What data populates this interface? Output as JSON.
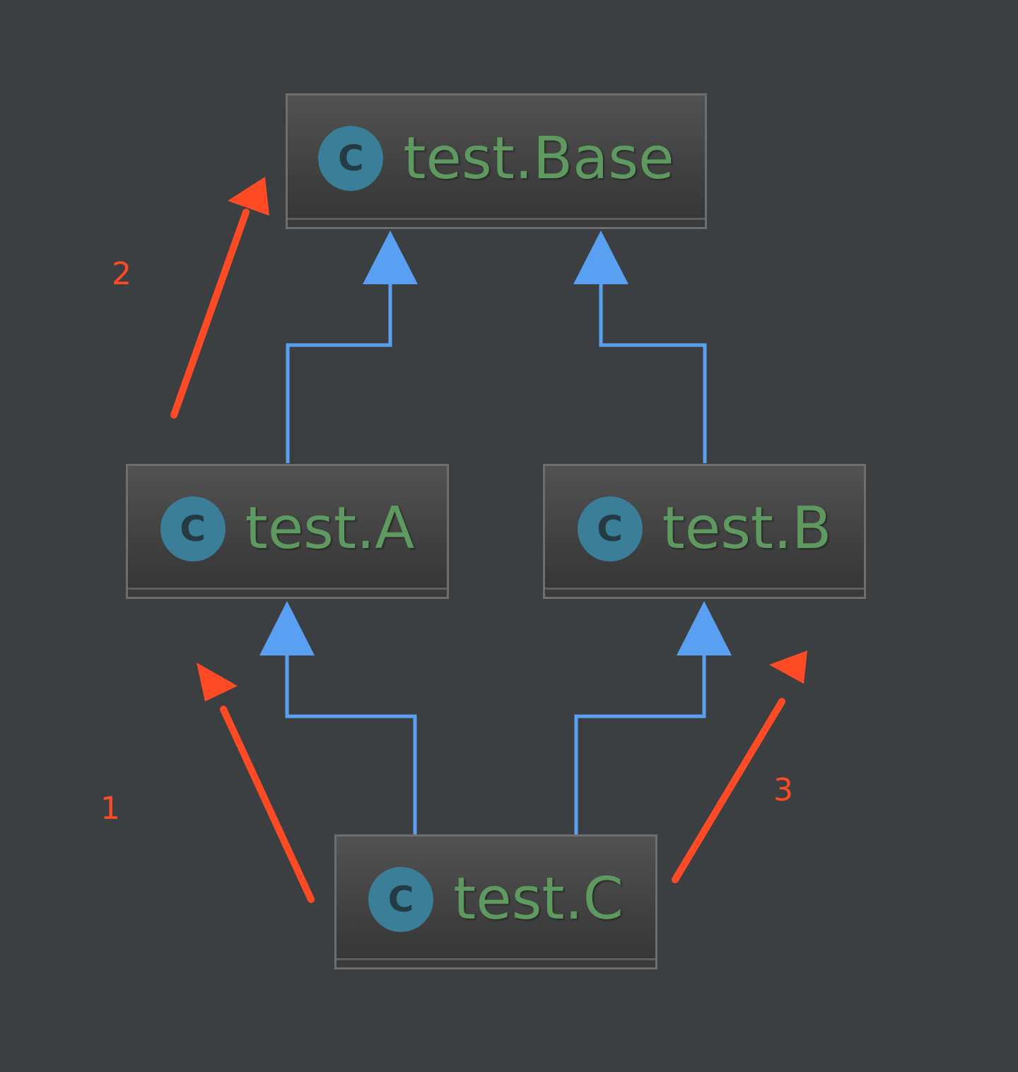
{
  "nodes": {
    "base": {
      "badge": "C",
      "label": "test.Base"
    },
    "a": {
      "badge": "C",
      "label": "test.A"
    },
    "b": {
      "badge": "C",
      "label": "test.B"
    },
    "c": {
      "badge": "C",
      "label": "test.C"
    }
  },
  "edges": [
    {
      "from": "test.A",
      "to": "test.Base",
      "kind": "inheritance"
    },
    {
      "from": "test.B",
      "to": "test.Base",
      "kind": "inheritance"
    },
    {
      "from": "test.C",
      "to": "test.A",
      "kind": "inheritance"
    },
    {
      "from": "test.C",
      "to": "test.B",
      "kind": "inheritance"
    }
  ],
  "annotations": {
    "step1": "1",
    "step2": "2",
    "step3": "3"
  },
  "colors": {
    "background": "#3c3f41",
    "edge": "#5aa0f2",
    "annotation": "#ff4a26",
    "label": "#5e9a5f",
    "badge": "#3a7f97"
  },
  "icons": {
    "class_badge": "class-c-icon",
    "annotation_arrow": "red-arrow-icon"
  }
}
